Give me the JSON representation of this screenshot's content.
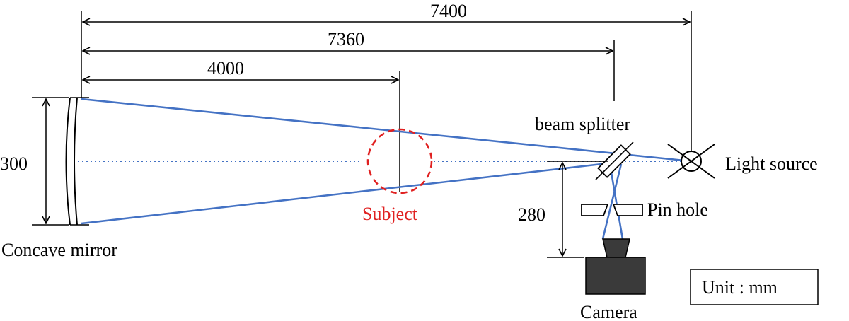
{
  "dimensions": {
    "d7400": "7400",
    "d7360": "7360",
    "d4000": "4000",
    "d300": "300",
    "d280": "280"
  },
  "labels": {
    "concave_mirror": "Concave mirror",
    "subject": "Subject",
    "beam_splitter": "beam splitter",
    "light_source": "Light source",
    "pin_hole": "Pin hole",
    "camera": "Camera",
    "unit": "Unit : mm"
  },
  "colors": {
    "beam": "#4472c4",
    "subject": "#e02020",
    "line": "#000000",
    "camera": "#3a3a3a"
  }
}
